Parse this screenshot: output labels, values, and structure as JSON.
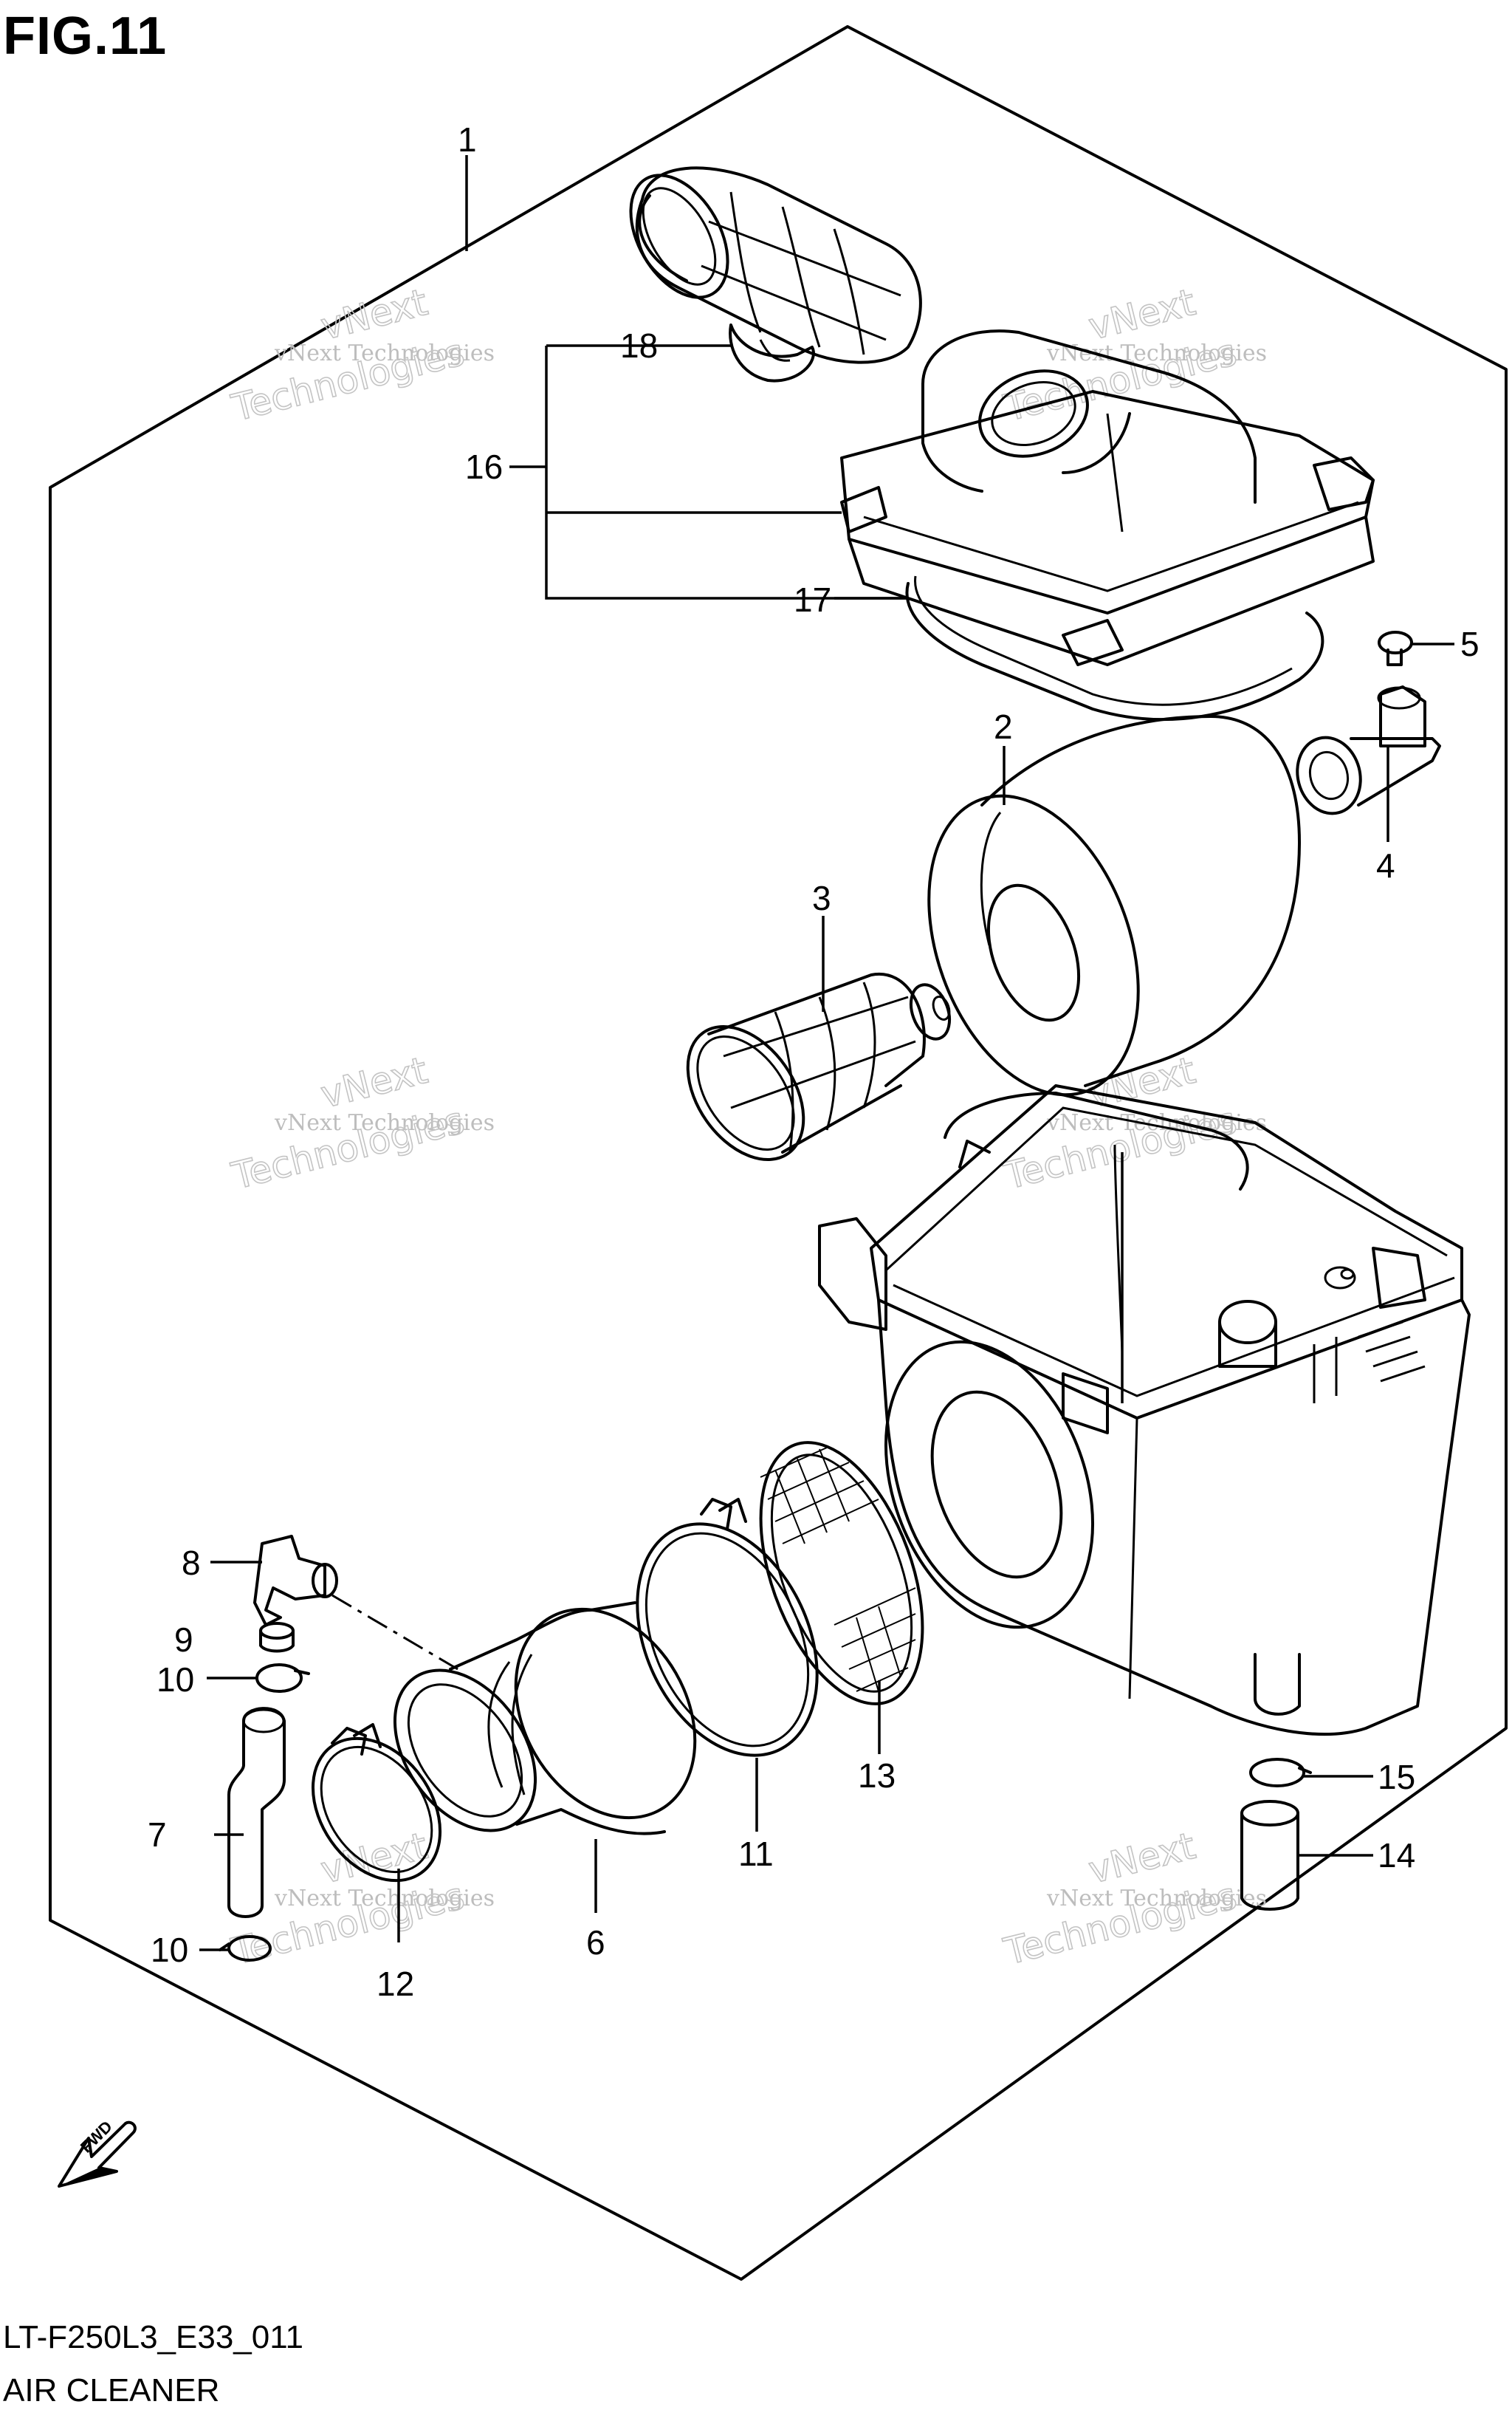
{
  "figure": {
    "title": "FIG.11",
    "drawing_code": "LT-F250L3_E33_011",
    "name": "AIR CLEANER",
    "direction_label": "FWD"
  },
  "watermark": {
    "line1": "vNext Technologies",
    "line2": "vNext",
    "line3": "Technologies"
  },
  "callouts": {
    "c1": "1",
    "c2": "2",
    "c3": "3",
    "c4": "4",
    "c5": "5",
    "c6": "6",
    "c7": "7",
    "c8": "8",
    "c9": "9",
    "c10a": "10",
    "c10b": "10",
    "c11": "11",
    "c12": "12",
    "c13": "13",
    "c14": "14",
    "c15": "15",
    "c16": "16",
    "c17": "17",
    "c18": "18"
  }
}
